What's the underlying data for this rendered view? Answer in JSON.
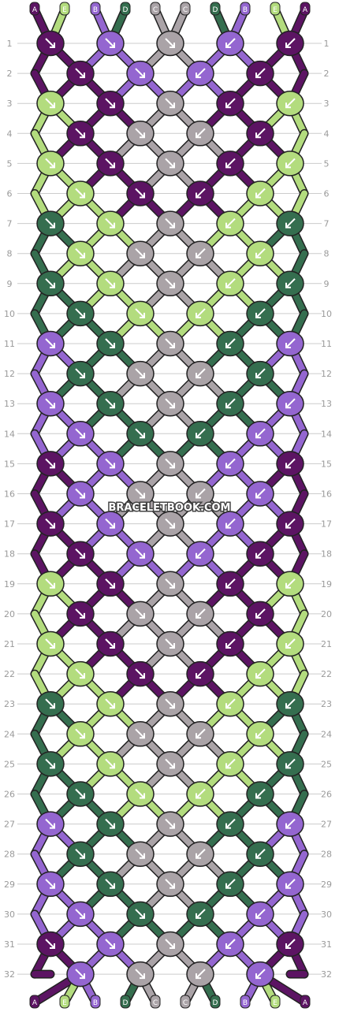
{
  "watermark": "BRACELETBOOK.COM",
  "top_labels": [
    "A",
    "E",
    "B",
    "D",
    "C",
    "C",
    "D",
    "B",
    "E",
    "A"
  ],
  "bottom_labels": [
    "A",
    "E",
    "B",
    "D",
    "C",
    "C",
    "D",
    "B",
    "E",
    "A"
  ],
  "rows": [
    "1",
    "2",
    "3",
    "4",
    "5",
    "6",
    "7",
    "8",
    "9",
    "10",
    "11",
    "12",
    "13",
    "14",
    "15",
    "16",
    "17",
    "18",
    "19",
    "20",
    "21",
    "22",
    "23",
    "24",
    "25",
    "26",
    "27",
    "28",
    "29",
    "30",
    "31",
    "32"
  ],
  "colors": {
    "A": "#5c1463",
    "B": "#9466d0",
    "C": "#aaa3a7",
    "D": "#356e4f",
    "E": "#b3dc7e",
    "background": "#ffffff",
    "row_rule": "#cccccc",
    "label_text": "#9a9a9a"
  },
  "knot_rows": [
    [
      "A",
      "B",
      "C",
      "B",
      "A"
    ],
    [
      "A",
      "B",
      "B",
      "A"
    ],
    [
      "E",
      "A",
      "C",
      "A",
      "E"
    ],
    [
      "A",
      "C",
      "C",
      "A"
    ],
    [
      "E",
      "A",
      "C",
      "A",
      "E"
    ],
    [
      "E",
      "A",
      "A",
      "E"
    ],
    [
      "D",
      "E",
      "C",
      "E",
      "D"
    ],
    [
      "E",
      "C",
      "C",
      "E"
    ],
    [
      "D",
      "E",
      "C",
      "E",
      "D"
    ],
    [
      "D",
      "E",
      "E",
      "D"
    ],
    [
      "B",
      "D",
      "C",
      "D",
      "B"
    ],
    [
      "D",
      "C",
      "C",
      "D"
    ],
    [
      "B",
      "D",
      "C",
      "D",
      "B"
    ],
    [
      "B",
      "D",
      "D",
      "B"
    ],
    [
      "A",
      "B",
      "C",
      "B",
      "A"
    ],
    [
      "B",
      "C",
      "C",
      "B"
    ],
    [
      "A",
      "B",
      "C",
      "B",
      "A"
    ],
    [
      "A",
      "B",
      "B",
      "A"
    ],
    [
      "E",
      "A",
      "C",
      "A",
      "E"
    ],
    [
      "A",
      "C",
      "C",
      "A"
    ],
    [
      "E",
      "A",
      "C",
      "A",
      "E"
    ],
    [
      "E",
      "A",
      "A",
      "E"
    ],
    [
      "D",
      "E",
      "C",
      "E",
      "D"
    ],
    [
      "E",
      "C",
      "C",
      "E"
    ],
    [
      "D",
      "E",
      "C",
      "E",
      "D"
    ],
    [
      "D",
      "E",
      "E",
      "D"
    ],
    [
      "B",
      "D",
      "C",
      "D",
      "B"
    ],
    [
      "D",
      "C",
      "C",
      "D"
    ],
    [
      "B",
      "D",
      "C",
      "D",
      "B"
    ],
    [
      "B",
      "D",
      "D",
      "B"
    ],
    [
      "A",
      "B",
      "C",
      "B",
      "A"
    ],
    [
      "B",
      "C",
      "C",
      "B"
    ]
  ]
}
